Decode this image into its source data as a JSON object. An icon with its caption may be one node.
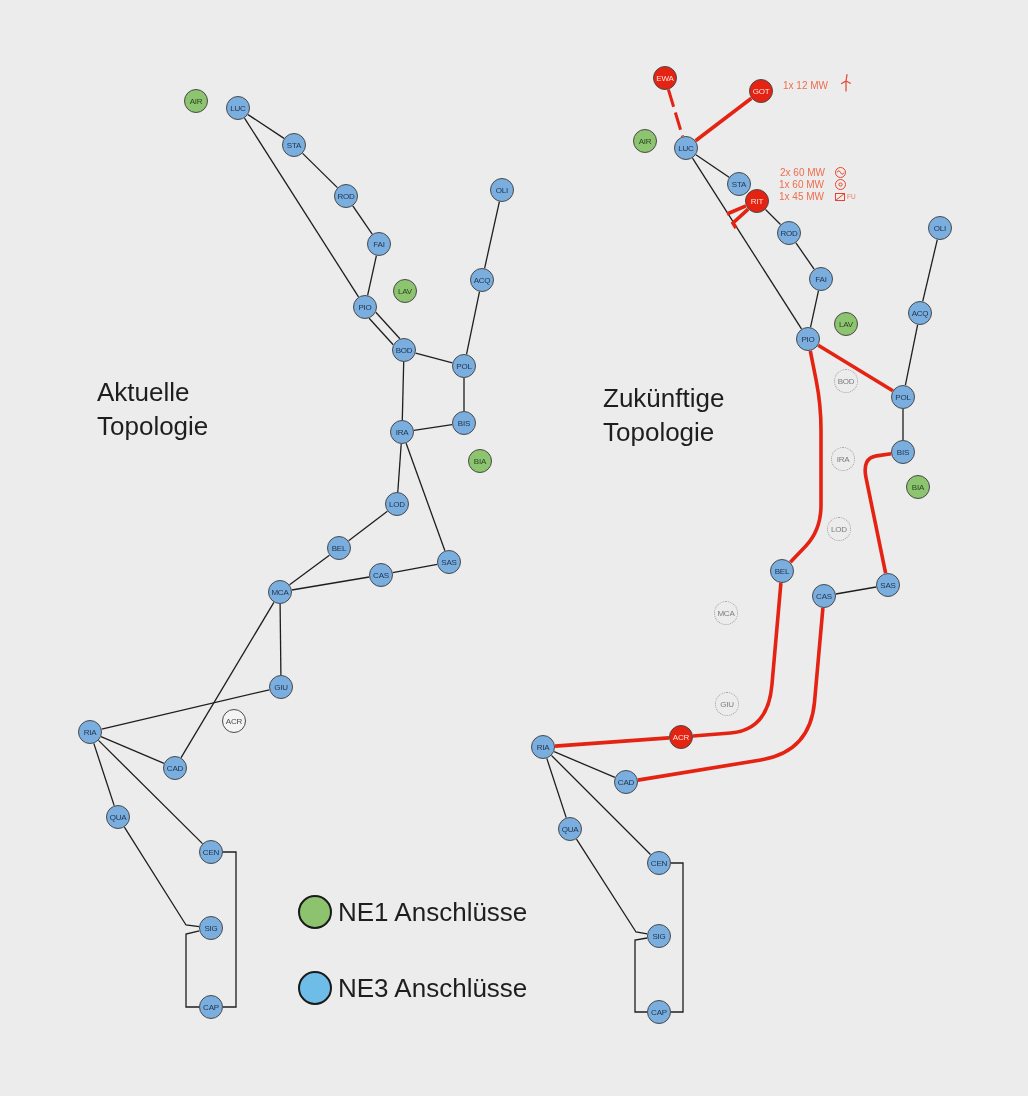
{
  "diagram": {
    "nodes": [
      {
        "text": [
          "AIR"
        ]
      },
      {
        "text": [
          "LUC"
        ]
      },
      {
        "text": [
          "STA"
        ]
      },
      {
        "text": [
          "ROD"
        ]
      },
      {
        "text": [
          "FAI"
        ]
      },
      {
        "text": [
          "OLI"
        ]
      },
      {
        "text": [
          "PIO"
        ]
      },
      {
        "text": [
          "LAV"
        ]
      },
      {
        "text": [
          "ACQ"
        ]
      },
      {
        "text": [
          "BOD"
        ]
      },
      {
        "text": [
          "POL"
        ]
      },
      {
        "text": [
          "IRA"
        ]
      },
      {
        "text": [
          "BIS"
        ]
      },
      {
        "text": [
          "BIA"
        ]
      },
      {
        "text": [
          "LOD"
        ]
      },
      {
        "text": [
          "BEL"
        ]
      },
      {
        "text": [
          "SAS"
        ]
      },
      {
        "text": [
          "CAS"
        ]
      },
      {
        "text": [
          "MCA"
        ]
      },
      {
        "text": [
          "GIU"
        ]
      },
      {
        "text": [
          "ACR"
        ]
      },
      {
        "text": [
          "RIA"
        ]
      },
      {
        "text": [
          "CAD"
        ]
      },
      {
        "text": [
          "QUA"
        ]
      },
      {
        "text": [
          "CEN"
        ]
      },
      {
        "text": [
          "SIG"
        ]
      },
      {
        "text": [
          "CAP"
        ]
      },
      {
        "text": [
          "EWA"
        ]
      },
      {
        "text": [
          "GOT"
        ],
        "beside": [
          "1x 12 MW"
        ]
      },
      {
        "text": [
          "AIR"
        ]
      },
      {
        "text": [
          "LUC"
        ]
      },
      {
        "text": [
          "STA"
        ]
      },
      {
        "text": [
          "RIT"
        ],
        "beside": [
          "2x 60 MW",
          "1x 60 MW",
          "1x 45 MW",
          "FU"
        ]
      },
      {
        "text": [
          "OLI"
        ]
      },
      {
        "text": [
          "ROD"
        ]
      },
      {
        "text": [
          "FAI"
        ]
      },
      {
        "text": [
          "ACQ"
        ]
      },
      {
        "text": [
          "LAV"
        ]
      },
      {
        "text": [
          "PIO"
        ]
      },
      {
        "text": [
          "BOD"
        ]
      },
      {
        "text": [
          "POL"
        ]
      },
      {
        "text": [
          "BIS"
        ]
      },
      {
        "text": [
          "IRA"
        ]
      },
      {
        "text": [
          "BIA"
        ]
      },
      {
        "text": [
          "LOD"
        ]
      },
      {
        "text": [
          "BEL"
        ]
      },
      {
        "text": [
          "SAS"
        ]
      },
      {
        "text": [
          "CAS"
        ]
      },
      {
        "text": [
          "MCA"
        ]
      },
      {
        "text": [
          "GIU"
        ]
      },
      {
        "text": [
          "ACR"
        ]
      },
      {
        "text": [
          "RIA"
        ]
      },
      {
        "text": [
          "CAD"
        ]
      },
      {
        "text": [
          "QUA"
        ]
      },
      {
        "text": [
          "CEN"
        ]
      },
      {
        "text": [
          "SIG"
        ]
      },
      {
        "text": [
          "CAP"
        ]
      }
    ],
    "edges": [
      {
        "from": 1,
        "to": 2,
        "arrow": "none"
      },
      {
        "from": 2,
        "to": 3,
        "arrow": "none"
      },
      {
        "from": 3,
        "to": 4,
        "arrow": "none"
      },
      {
        "from": 1,
        "to": 6,
        "arrow": "none"
      },
      {
        "from": 4,
        "to": 6,
        "arrow": "none"
      },
      {
        "from": 6,
        "to": 9,
        "arrow": "none"
      },
      {
        "from": 6,
        "to": 9,
        "arrow": "none"
      },
      {
        "from": 5,
        "to": 8,
        "arrow": "none"
      },
      {
        "from": 8,
        "to": 10,
        "arrow": "none"
      },
      {
        "from": 9,
        "to": 10,
        "arrow": "none"
      },
      {
        "from": 9,
        "to": 11,
        "arrow": "none"
      },
      {
        "from": 10,
        "to": 12,
        "arrow": "none"
      },
      {
        "from": 12,
        "to": 11,
        "arrow": "none"
      },
      {
        "from": 11,
        "to": 14,
        "arrow": "none"
      },
      {
        "from": 11,
        "to": 16,
        "arrow": "none"
      },
      {
        "from": 14,
        "to": 15,
        "arrow": "none"
      },
      {
        "from": 15,
        "to": 18,
        "arrow": "none"
      },
      {
        "from": 18,
        "to": 17,
        "arrow": "none"
      },
      {
        "from": 17,
        "to": 16,
        "arrow": "none"
      },
      {
        "from": 18,
        "to": 19,
        "arrow": "none"
      },
      {
        "from": 18,
        "to": 22,
        "arrow": "none"
      },
      {
        "from": 19,
        "to": 21,
        "arrow": "none"
      },
      {
        "from": 21,
        "to": 22,
        "arrow": "none"
      },
      {
        "from": 21,
        "to": 23,
        "arrow": "none"
      },
      {
        "from": 21,
        "to": 24,
        "arrow": "none"
      },
      {
        "from": 23,
        "to": 25,
        "arrow": "none"
      },
      {
        "from": 24,
        "to": 26,
        "arrow": "none"
      },
      {
        "from": 25,
        "to": 26,
        "arrow": "none"
      },
      {
        "from": 27,
        "to": 30,
        "arrow": "none",
        "style": "dashed",
        "color": "#e42313"
      },
      {
        "from": 28,
        "to": 30,
        "arrow": "none",
        "style": "thick",
        "color": "#e42313"
      },
      {
        "from": 30,
        "to": 31,
        "arrow": "none"
      },
      {
        "from": 32,
        "to": 34,
        "arrow": "none"
      },
      {
        "from": 34,
        "to": 35,
        "arrow": "none"
      },
      {
        "from": 30,
        "to": 38,
        "arrow": "none"
      },
      {
        "from": 35,
        "to": 38,
        "arrow": "none"
      },
      {
        "from": 32,
        "to": null,
        "arrow": "none",
        "style": "thick",
        "color": "#e42313"
      },
      {
        "from": 32,
        "to": null,
        "arrow": "none",
        "style": "thick",
        "color": "#e42313"
      },
      {
        "from": 38,
        "to": 40,
        "arrow": "none",
        "style": "thick",
        "color": "#e42313"
      },
      {
        "from": 33,
        "to": 36,
        "arrow": "none"
      },
      {
        "from": 36,
        "to": 40,
        "arrow": "none"
      },
      {
        "from": 40,
        "to": 41,
        "arrow": "none"
      },
      {
        "from": 38,
        "to": 45,
        "arrow": "none",
        "style": "thick",
        "color": "#e42313"
      },
      {
        "from": 41,
        "to": 46,
        "arrow": "none",
        "style": "thick",
        "color": "#e42313"
      },
      {
        "from": 47,
        "to": 46,
        "arrow": "none"
      },
      {
        "from": 45,
        "to": 50,
        "arrow": "none",
        "style": "thick",
        "color": "#e42313"
      },
      {
        "from": 47,
        "to": 52,
        "arrow": "none",
        "style": "thick",
        "color": "#e42313"
      },
      {
        "from": 51,
        "to": 50,
        "arrow": "none",
        "style": "thick",
        "color": "#e42313"
      },
      {
        "from": 51,
        "to": 52,
        "arrow": "none"
      },
      {
        "from": 51,
        "to": 53,
        "arrow": "none"
      },
      {
        "from": 51,
        "to": 54,
        "arrow": "none"
      },
      {
        "from": 53,
        "to": 55,
        "arrow": "none"
      },
      {
        "from": 54,
        "to": 56,
        "arrow": "none"
      },
      {
        "from": 55,
        "to": 56,
        "arrow": "none"
      }
    ],
    "labels": [
      "Aktuelle Topologie",
      "Zukünftige Topologie"
    ],
    "legend": [
      {
        "text": "NE1 Anschlüsse",
        "color": "#8dc26e"
      },
      {
        "text": "NE3 Anschlüsse",
        "color": "#6dbde8"
      }
    ]
  }
}
